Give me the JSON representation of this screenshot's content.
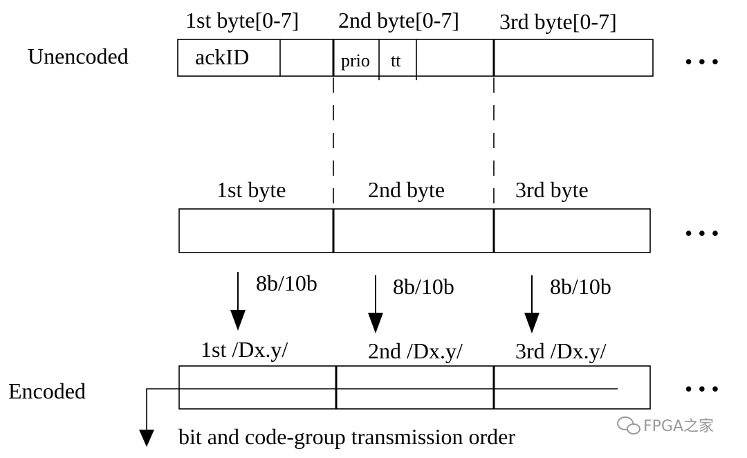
{
  "rows": {
    "unencoded": {
      "side_label": "Unencoded",
      "byte_labels": [
        "1st byte[0-7]",
        "2nd byte[0-7]",
        "3rd byte[0-7]"
      ],
      "fields": [
        "ackID",
        "prio",
        "tt"
      ]
    },
    "bytes": {
      "byte_labels": [
        "1st byte",
        "2nd byte",
        "3rd byte"
      ]
    },
    "encoding": {
      "arrow_labels": [
        "8b/10b",
        "8b/10b",
        "8b/10b"
      ]
    },
    "encoded": {
      "side_label": "Encoded",
      "byte_labels": [
        "1st /Dx.y/",
        "2nd /Dx.y/",
        "3rd /Dx.y/"
      ]
    }
  },
  "ellipsis": "• • •",
  "order_label": "bit and code-group transmission order",
  "watermark": "FPGA之家"
}
